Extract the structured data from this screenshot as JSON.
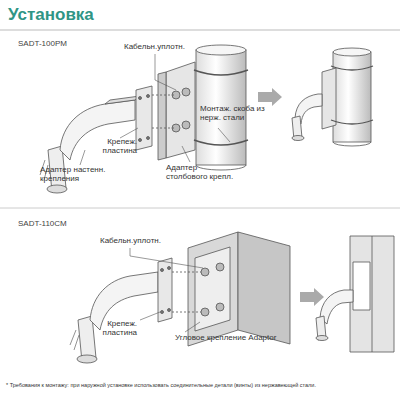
{
  "diagram": {
    "title": "Установка",
    "caption": "* Требования к монтажу: при наружной установке использовать соединительные детали (винты) из нержавеющей стали.",
    "labels": [
      "SADT-100PM",
      "Кабельн.уплотн.",
      "Крепеж. пластина",
      "Адаптер настенн. крепления",
      "Адаптер столбового крепл.",
      "Монтаж. скоба из нерж. стали",
      "SADT-110CM",
      "Кабельн.уплотн.",
      "Крепеж. пластина",
      "Угловое крепление Adaptor"
    ]
  }
}
